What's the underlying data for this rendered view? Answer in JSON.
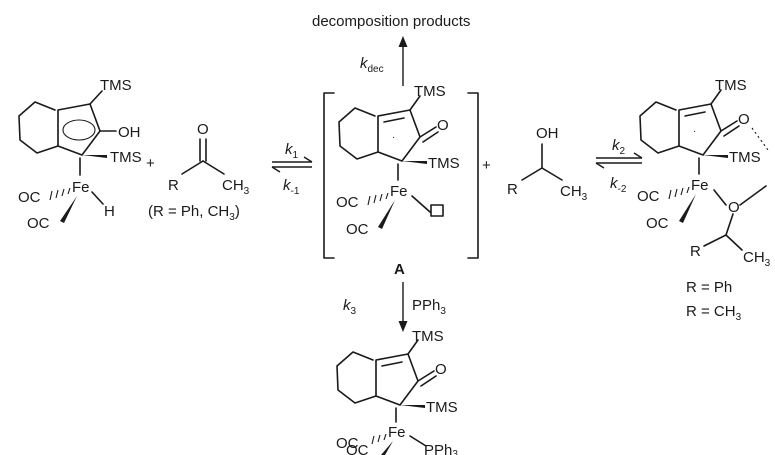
{
  "labels": {
    "decomposition": "decomposition products",
    "tms": "TMS",
    "oh": "OH",
    "o": "O",
    "fe": "Fe",
    "co": "OC",
    "h": "H",
    "r": "R",
    "ch3": "CH",
    "three": "3",
    "plus": "+",
    "r_def": "(R = Ph, CH",
    "r_def_close": ")",
    "intermediate": "A",
    "pph3": "PPh",
    "r_ph": "R = Ph",
    "r_ch3": "R = CH",
    "k": "k"
  },
  "rate_constants": {
    "kdec_sub": "dec",
    "k1_sub": "1",
    "km1_sub": "-1",
    "k2_sub": "2",
    "km2_sub": "-2",
    "k3_sub": "3"
  }
}
